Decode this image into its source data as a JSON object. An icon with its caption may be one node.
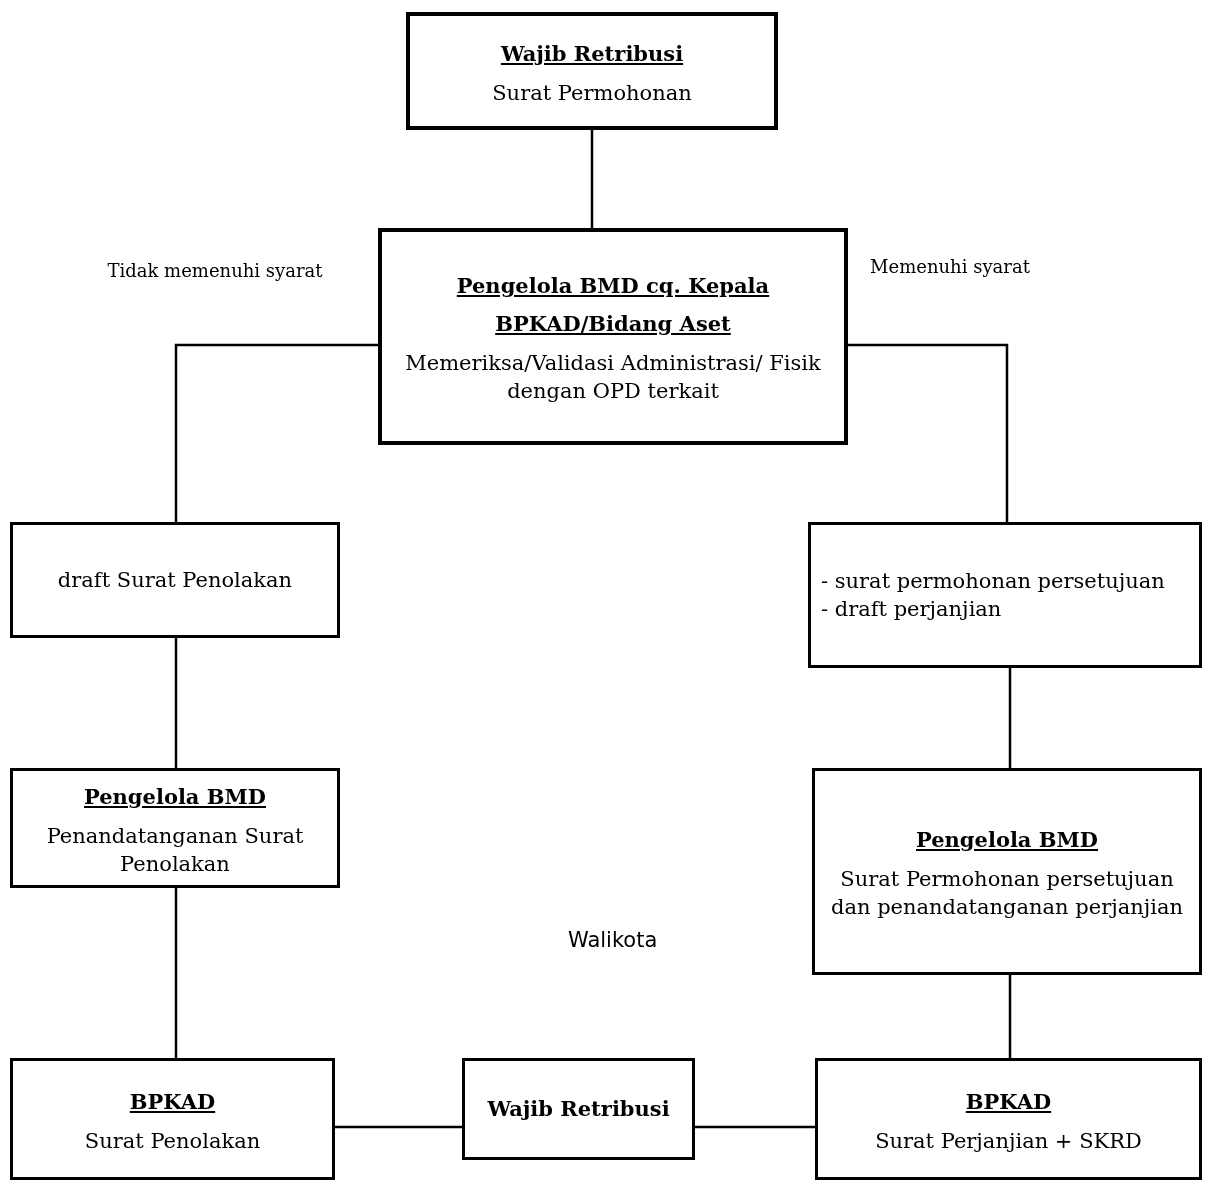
{
  "diagram": {
    "nodes": [
      {
        "text": [
          "Wajib Retribusi",
          "Surat Permohonan"
        ]
      },
      {
        "text": [
          "Pengelola BMD cq. Kepala BPKAD/Bidang Aset",
          "Memeriksa/Validasi Administrasi/ Fisik dengan OPD terkait"
        ]
      },
      {
        "text": [
          "draft Surat Penolakan"
        ]
      },
      {
        "text": [
          "- surat permohonan persetujuan",
          "- draft perjanjian"
        ]
      },
      {
        "text": [
          "Pengelola BMD",
          "Penandatanganan Surat Penolakan"
        ]
      },
      {
        "text": [
          "Pengelola BMD",
          "Surat Permohonan persetujuan dan penandatanganan perjanjian"
        ]
      },
      {
        "text": [
          "BPKAD",
          "Surat Penolakan"
        ]
      },
      {
        "text": [
          "Wajib Retribusi"
        ]
      },
      {
        "text": [
          "BPKAD",
          "Surat Perjanjian + SKRD"
        ]
      }
    ],
    "edges": [
      {
        "from": 0,
        "to": 1,
        "arrow": "none"
      },
      {
        "from": 1,
        "to": 2,
        "arrow": "none",
        "label": "Tidak memenuhi syarat"
      },
      {
        "from": 1,
        "to": 3,
        "arrow": "none",
        "label": "Memenuhi syarat"
      },
      {
        "from": 2,
        "to": 4,
        "arrow": "none"
      },
      {
        "from": 3,
        "to": 5,
        "arrow": "none"
      },
      {
        "from": 4,
        "to": 6,
        "arrow": "none"
      },
      {
        "from": 5,
        "to": 8,
        "arrow": "none"
      },
      {
        "from": 6,
        "to": 7,
        "arrow": "none"
      },
      {
        "from": 7,
        "to": 8,
        "arrow": "none"
      }
    ],
    "labels": [
      "Walikota"
    ]
  }
}
